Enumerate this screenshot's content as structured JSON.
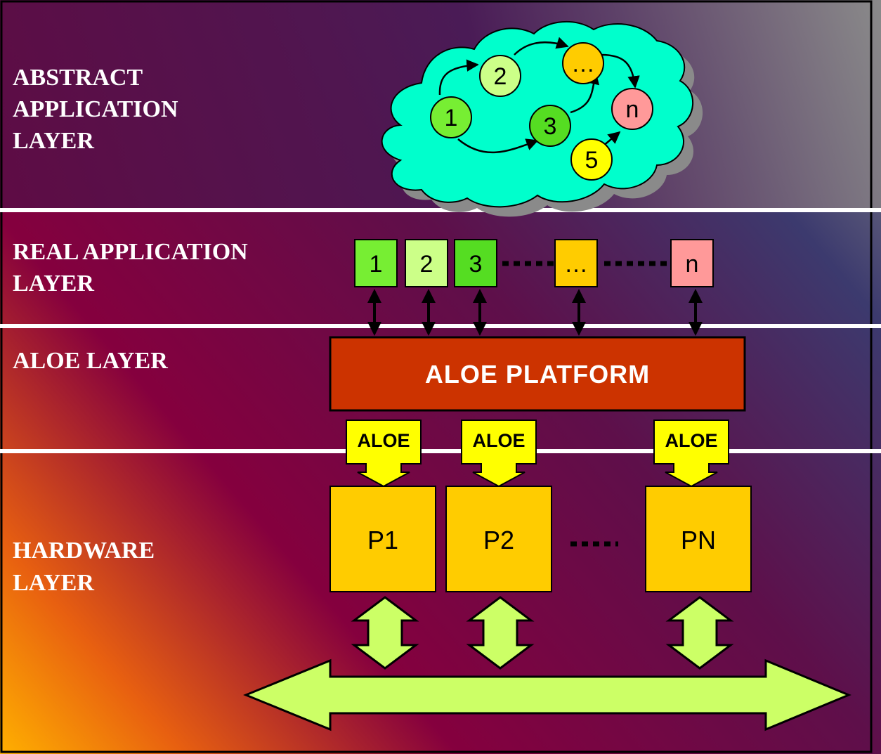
{
  "colors": {
    "background_dark": "#5e0f4a",
    "background_crimson": "#85003e",
    "background_blue": "#3c3a6e",
    "background_orange": "#ff9a00",
    "cloud": "#00ffcc",
    "platform": "#cc3300",
    "processor": "#ffcc00",
    "aloe_connector": "#ffff00",
    "bus": "#ccff66",
    "node_green": "#66ee33",
    "node_light_green": "#ccff88",
    "node_yellow": "#ffff00",
    "node_orange": "#ffcc00",
    "node_pink": "#ff9999"
  },
  "layers": {
    "abstract": {
      "line1": "ABSTRACT",
      "line2": "APPLICATION",
      "line3": "LAYER"
    },
    "real": {
      "line1": "REAL APPLICATION",
      "line2": "LAYER"
    },
    "aloe": {
      "line1": "ALOE LAYER"
    },
    "hardware": {
      "line1": "HARDWARE",
      "line2": "LAYER"
    }
  },
  "graph_nodes": [
    {
      "label": "1",
      "color": "#77ee33"
    },
    {
      "label": "2",
      "color": "#ccff88"
    },
    {
      "label": "…",
      "color": "#ffcc00"
    },
    {
      "label": "3",
      "color": "#55dd22"
    },
    {
      "label": "n",
      "color": "#ff9999"
    },
    {
      "label": "5",
      "color": "#ffff00"
    }
  ],
  "modules": [
    {
      "label": "1",
      "color": "#77ee33"
    },
    {
      "label": "2",
      "color": "#ccff88"
    },
    {
      "label": "3",
      "color": "#55dd22"
    },
    {
      "label": "…",
      "color": "#ffcc00"
    },
    {
      "label": "n",
      "color": "#ff9999"
    }
  ],
  "platform": {
    "label": "ALOE PLATFORM"
  },
  "connectors": [
    {
      "label": "ALOE"
    },
    {
      "label": "ALOE"
    },
    {
      "label": "ALOE"
    }
  ],
  "processors": [
    {
      "label": "P1"
    },
    {
      "label": "P2"
    },
    {
      "label": "PN"
    }
  ]
}
